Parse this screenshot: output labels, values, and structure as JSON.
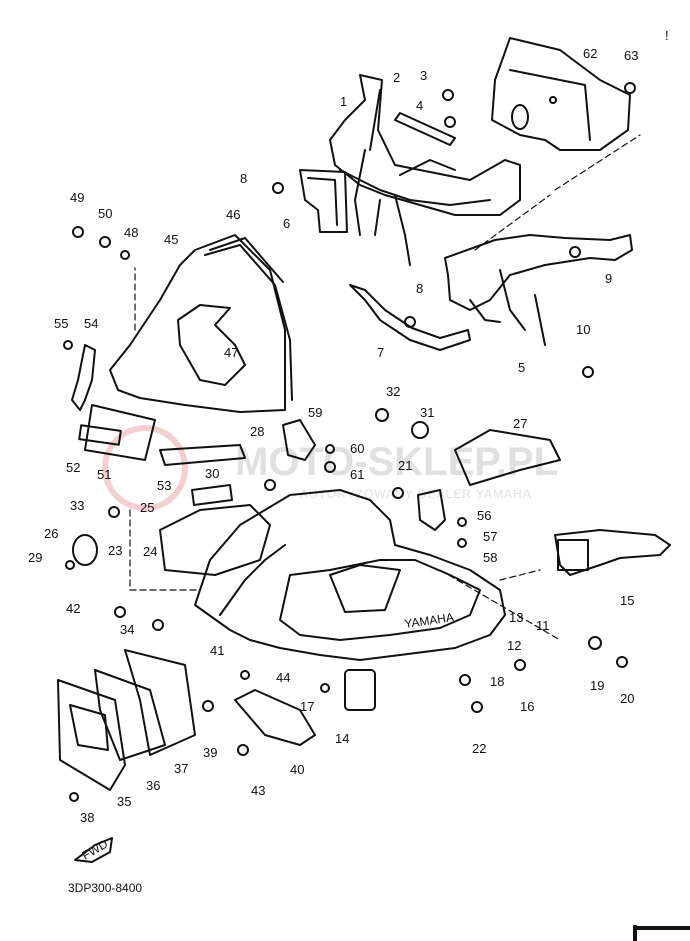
{
  "diagram": {
    "code": "3DP300-8400",
    "arrow_label": "FWD",
    "mark_top_right": "!",
    "emblem_text": "YAMAHA",
    "watermark": {
      "main": "MOTO-SKLEP.PL",
      "sub": "AUTORYZOWANY DEALER YAMAHA"
    },
    "parts": [
      "1",
      "2",
      "3",
      "4",
      "5",
      "6",
      "7",
      "8",
      "9",
      "10",
      "11",
      "12",
      "13",
      "14",
      "15",
      "16",
      "17",
      "18",
      "19",
      "20",
      "21",
      "22",
      "23",
      "24",
      "25",
      "26",
      "27",
      "28",
      "29",
      "30",
      "31",
      "32",
      "33",
      "34",
      "35",
      "36",
      "37",
      "38",
      "39",
      "40",
      "41",
      "42",
      "43",
      "44",
      "45",
      "46",
      "47",
      "48",
      "49",
      "50",
      "51",
      "52",
      "53",
      "54",
      "55",
      "56",
      "57",
      "58",
      "59",
      "60",
      "61",
      "62",
      "63"
    ]
  }
}
